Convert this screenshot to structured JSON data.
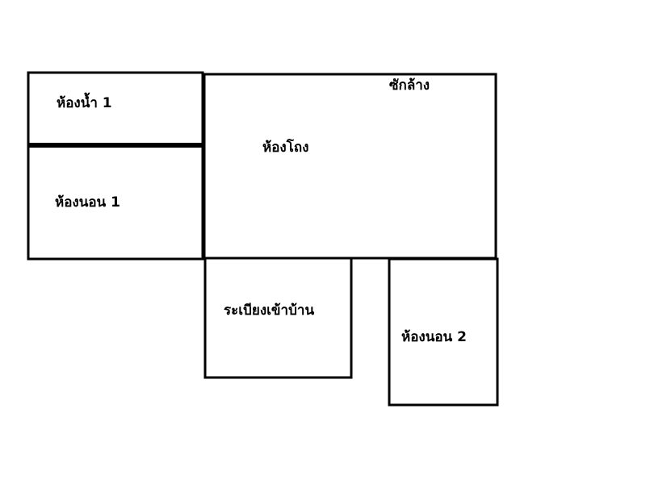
{
  "floor_plan": {
    "rooms": [
      {
        "id": "bathroom-1",
        "label": "ห้องน้ำ 1"
      },
      {
        "id": "bedroom-1",
        "label": "ห้องนอน  1"
      },
      {
        "id": "living-room",
        "label": "ห้องโถง"
      },
      {
        "id": "laundry",
        "label": "ซักล้าง"
      },
      {
        "id": "entrance-porch",
        "label": "ระเบียงเข้าบ้าน"
      },
      {
        "id": "bedroom-2",
        "label": "ห้องนอน 2"
      }
    ]
  },
  "colors": {
    "line": "#000000",
    "background": "#ffffff"
  }
}
